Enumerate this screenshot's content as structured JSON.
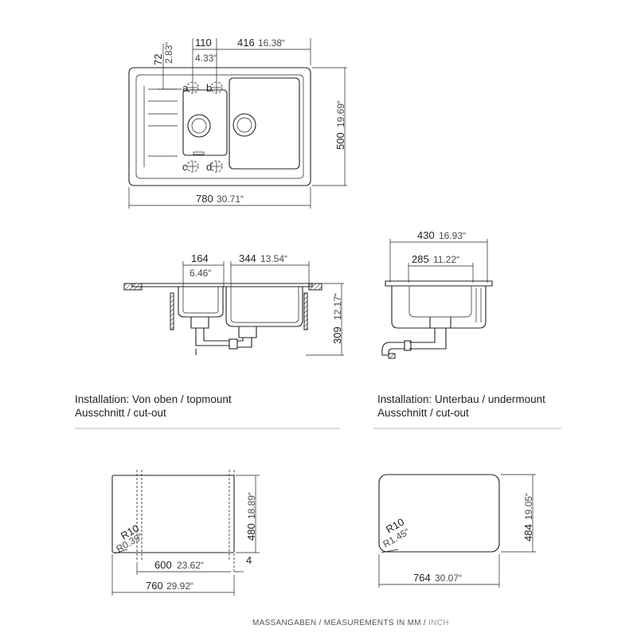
{
  "top_view": {
    "dim_width": {
      "mm": "780",
      "inch": "30.71“"
    },
    "dim_height": {
      "mm": "500",
      "inch": "19.69“"
    },
    "dim_offset": {
      "mm": "110",
      "inch": "4.33“"
    },
    "dim_bowl": {
      "mm": "416",
      "inch": "16.38“"
    },
    "dim_top": {
      "mm": "72",
      "inch": "2.83“"
    },
    "holes": [
      "a",
      "b",
      "c",
      "d"
    ]
  },
  "topmount": {
    "dim_small_bowl": {
      "mm": "164",
      "inch": "6.46“"
    },
    "dim_large_bowl": {
      "mm": "344",
      "inch": "13.54“"
    },
    "dim_depth": {
      "mm": "309",
      "inch": "12.17“"
    },
    "caption_line1": "Installation: Von oben / topmount",
    "caption_line2": "Ausschnitt / cut-out",
    "cutout": {
      "dim_width": {
        "mm": "760",
        "inch": "29.92“"
      },
      "dim_inner": {
        "mm": "600",
        "inch": "23.62“"
      },
      "dim_gap": "4",
      "dim_height": {
        "mm": "480",
        "inch": "18.89“"
      },
      "radius": {
        "mm": "R10",
        "inch": "R0.39“"
      }
    }
  },
  "undermount": {
    "dim_outer": {
      "mm": "430",
      "inch": "16.93“"
    },
    "dim_inner": {
      "mm": "285",
      "inch": "11.22“"
    },
    "caption_line1": "Installation: Unterbau / undermount",
    "caption_line2": "Ausschnitt / cut-out",
    "cutout": {
      "dim_width": {
        "mm": "764",
        "inch": "30.07“"
      },
      "dim_height": {
        "mm": "484",
        "inch": "19.05“"
      },
      "radius": {
        "mm": "R10",
        "inch": "R1.45“"
      }
    }
  },
  "footer": {
    "main": "MASSANGABEN / MEASUREMENTS IN MM / ",
    "unit": "INCH"
  }
}
